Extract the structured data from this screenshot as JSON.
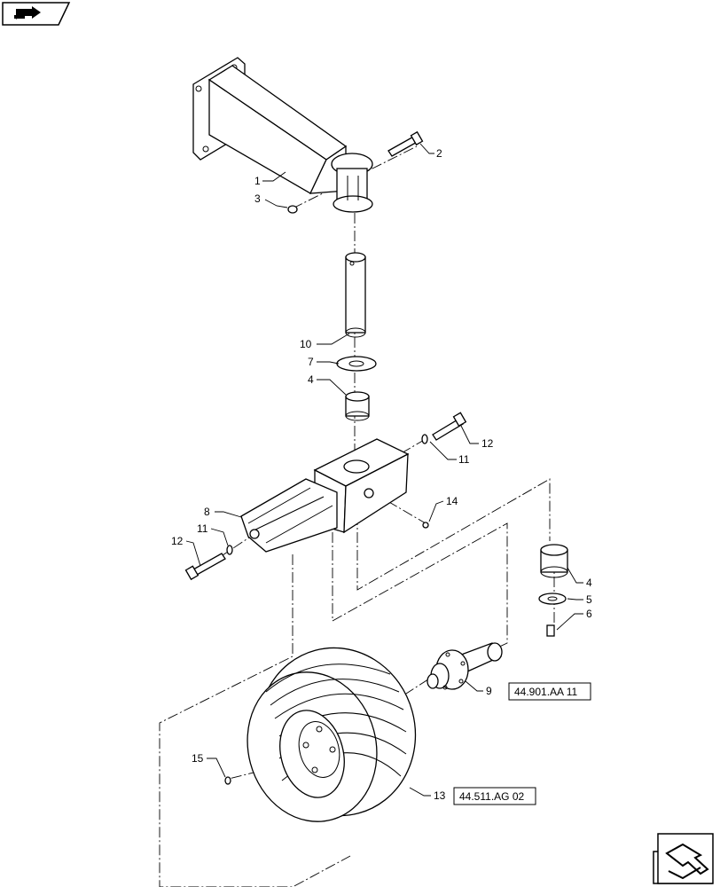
{
  "callouts": [
    {
      "id": "c1",
      "label": "1"
    },
    {
      "id": "c2",
      "label": "2"
    },
    {
      "id": "c3",
      "label": "3"
    },
    {
      "id": "c4a",
      "label": "4"
    },
    {
      "id": "c4b",
      "label": "4"
    },
    {
      "id": "c5",
      "label": "5"
    },
    {
      "id": "c6",
      "label": "6"
    },
    {
      "id": "c7",
      "label": "7"
    },
    {
      "id": "c8",
      "label": "8"
    },
    {
      "id": "c9",
      "label": "9"
    },
    {
      "id": "c10",
      "label": "10"
    },
    {
      "id": "c11a",
      "label": "11"
    },
    {
      "id": "c11b",
      "label": "11"
    },
    {
      "id": "c12a",
      "label": "12"
    },
    {
      "id": "c12b",
      "label": "12"
    },
    {
      "id": "c13",
      "label": "13"
    },
    {
      "id": "c14",
      "label": "14"
    },
    {
      "id": "c15",
      "label": "15"
    }
  ],
  "references": {
    "hub": "44.901.AA 11",
    "wheel": "44.511.AG 02"
  },
  "icons": {
    "top_left": "nav-arrow-icon",
    "bottom_right": "next-page-arrow-icon"
  }
}
